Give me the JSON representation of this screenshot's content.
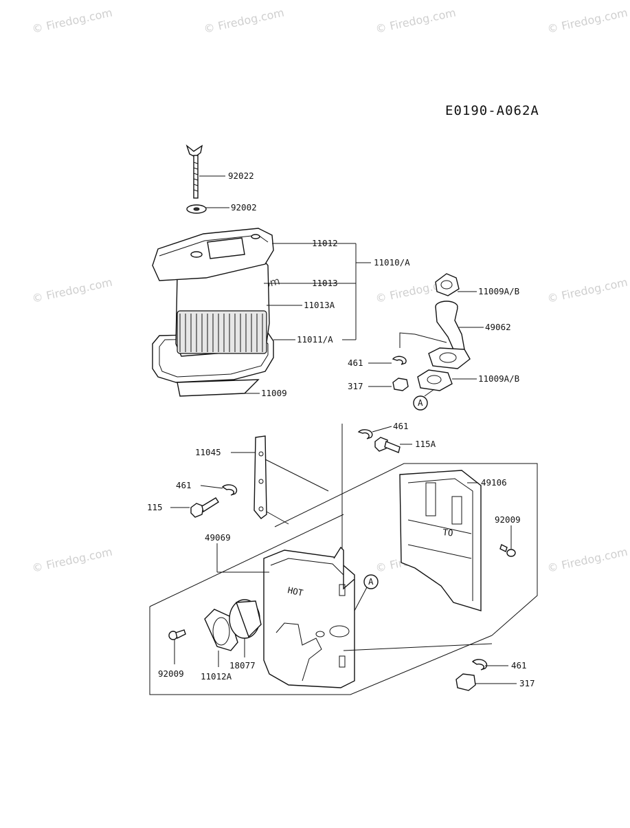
{
  "diagram_code": "E0190-A062A",
  "watermark": "© Firedog.com",
  "callouts": {
    "wing_bolt": "92022",
    "washer_top": "92002",
    "cover": "11012",
    "element": "11013",
    "element_alt": "11013A",
    "base": "11011/A",
    "assembly": "11010/A",
    "gasket_base": "11009",
    "gasket_pipe_top": "11009A/B",
    "pipe": "49062",
    "lockwasher_pipe": "461",
    "nut_pipe": "317",
    "gasket_pipe_bottom": "11009A/B",
    "circle_a_pipe": "A",
    "lockwasher_mid": "461",
    "bolt_mid": "115A",
    "bracket": "11045",
    "lockwasher_bracket": "461",
    "bolt_bracket": "115",
    "heat_shield": "49106",
    "screw_shield": "92009",
    "muffler": "49069",
    "circle_a_muffler": "A",
    "screw_left": "92009",
    "flange": "11012A",
    "spark_arrester": "18077",
    "lockwasher_bottom": "461",
    "nut_bottom": "317"
  },
  "shield_text": "TO",
  "muffler_text": "HOT"
}
